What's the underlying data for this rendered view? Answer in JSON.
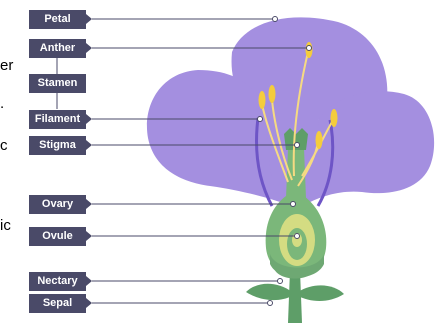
{
  "labels": {
    "petal": "Petal",
    "anther": "Anther",
    "stamen": "Stamen",
    "filament": "Filament",
    "stigma": "Stigma",
    "ovary": "Ovary",
    "ovule": "Ovule",
    "nectary": "Nectary",
    "sepal": "Sepal"
  },
  "cut_text": {
    "line1": "er",
    "line2": ".",
    "line3": "c",
    "line4": "ic"
  },
  "colors": {
    "petal": "#a48fe0",
    "petal_vein": "#6e55c6",
    "stem": "#5e9e68",
    "pistil": "#7bb77a",
    "anther": "#f4cc3c",
    "filament": "#f6da82",
    "label_bg": "#4a4a68"
  }
}
